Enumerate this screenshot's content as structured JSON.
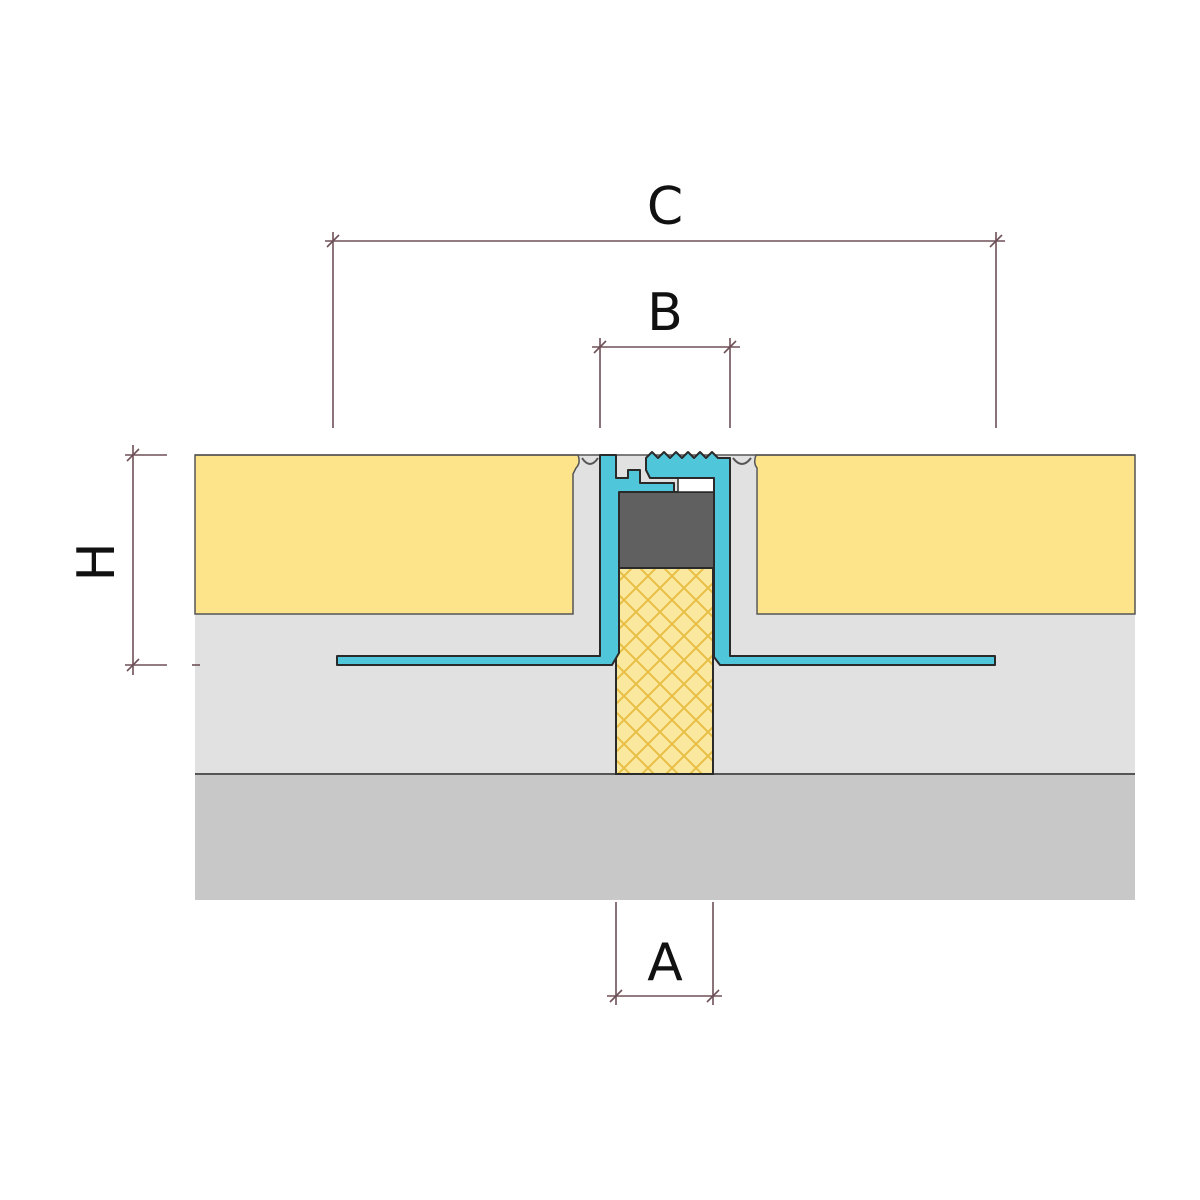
{
  "diagram": {
    "labels": {
      "c": "C",
      "b": "B",
      "h": "H",
      "a": "A"
    },
    "colors": {
      "background": "#ffffff",
      "tile": "#fde38a",
      "tile_edge": "#555555",
      "screed": "#e1e1e1",
      "screed_edge": "#555555",
      "slab": "#c8c8c8",
      "profile": "#4fc6d9",
      "profile_edge": "#2a2a2a",
      "insert": "#606060",
      "foam": "#fbe89f",
      "foam_hatch": "#e8bf45",
      "dimension_line": "#6e5058"
    }
  }
}
